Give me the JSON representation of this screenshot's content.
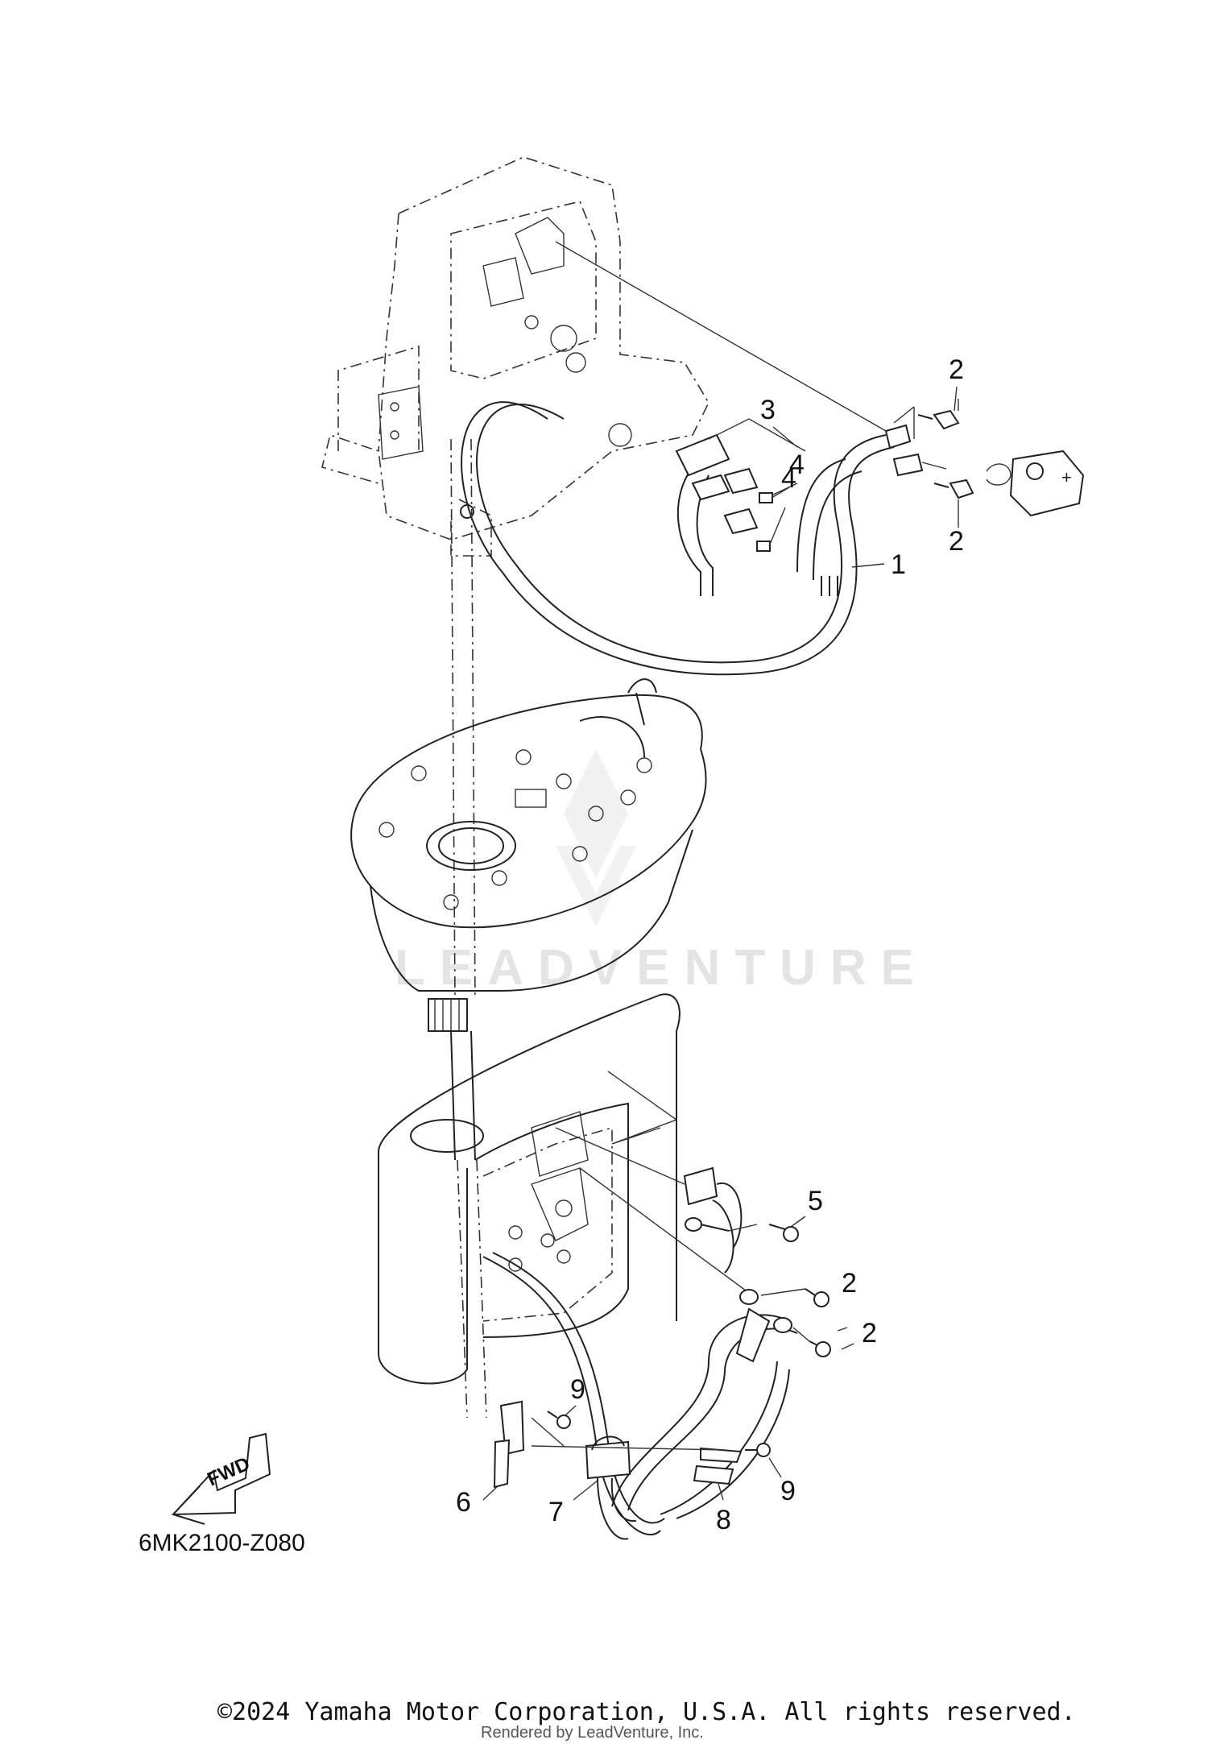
{
  "callouts": {
    "c1": "1",
    "c2a": "2",
    "c2b": "2",
    "c2c": "2",
    "c2d": "2",
    "c3": "3",
    "c4a": "4",
    "c4b": "4",
    "c5": "5",
    "c6": "6",
    "c7": "7",
    "c8": "8",
    "c9a": "9",
    "c9b": "9"
  },
  "fwd_label": "FWD",
  "diagram_code": "6MK2100-Z080",
  "watermark": "LEADVENTURE",
  "copyright": "©2024 Yamaha Motor Corporation, U.S.A. All rights reserved.",
  "rendered_by": "Rendered by LeadVenture, Inc."
}
